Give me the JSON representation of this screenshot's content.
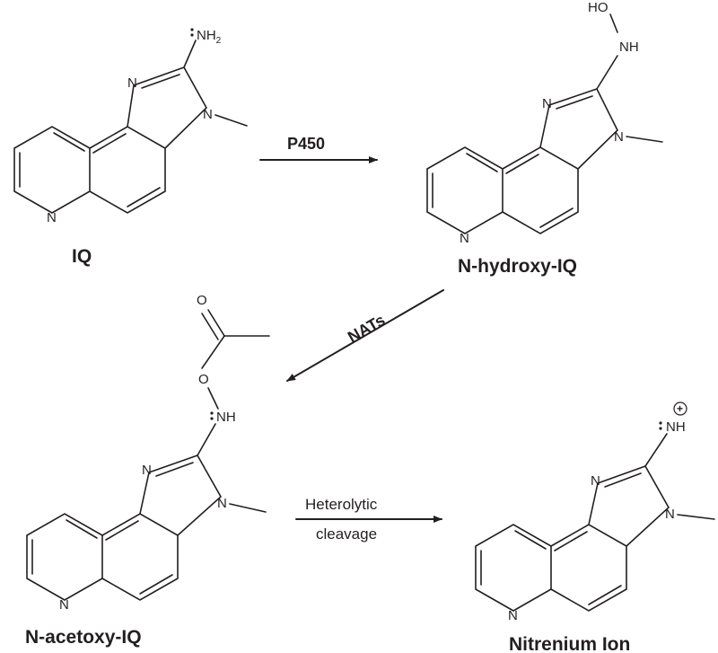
{
  "atoms": {
    "amine": "NH",
    "amine_sub": "2",
    "ring_n": "N",
    "hydroxyamine": "NH",
    "hydroxy_o": "HO",
    "acetoxy_o": "O",
    "acetoxy_nh": "NH",
    "nitrenium_nh": "NH",
    "plus": "+"
  },
  "compounds": {
    "iq": "IQ",
    "n_hydroxy": "N-hydroxy-IQ",
    "n_acetoxy": "N-acetoxy-IQ",
    "nitrenium": "Nitrenium Ion"
  },
  "reactions": {
    "step1": "P450",
    "step2": "NATs",
    "step3_line1": "Heterolytic",
    "step3_line2": "cleavage"
  }
}
